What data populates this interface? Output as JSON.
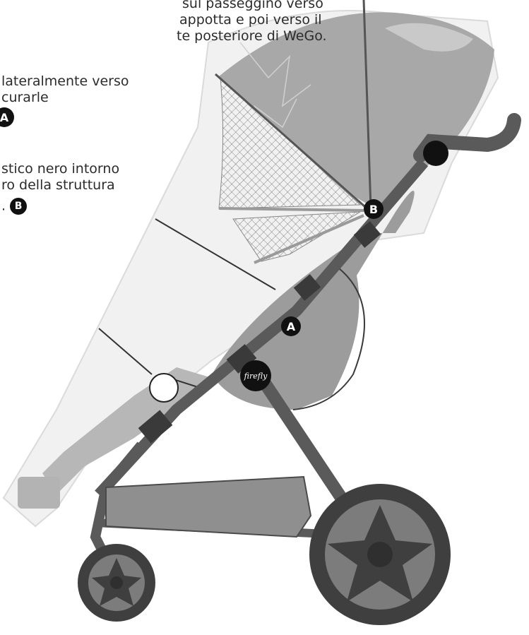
{
  "instructions": {
    "line1": "sul passeggino verso",
    "line2": "appotta e poi verso il",
    "line3": "te posteriore di WeGo.",
    "line4": "lateralmente verso",
    "line5": "curarle",
    "line6": "stico nero intorno",
    "line7": "ro della struttura",
    "line8": "."
  },
  "badges": {
    "a": "A",
    "b": "B"
  },
  "logo": {
    "text": "firefly"
  },
  "colors": {
    "frame": "#5a5a5a",
    "fabric": "#a6a6a6",
    "cover": "#efefef",
    "badge": "#111111"
  }
}
